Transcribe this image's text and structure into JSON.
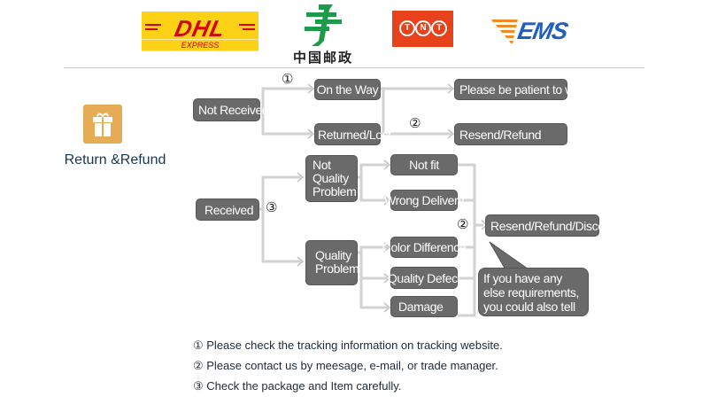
{
  "logos": {
    "dhl": {
      "name": "DHL",
      "subtitle": "EXPRESS"
    },
    "china_post": {
      "name": "中国邮政"
    },
    "tnt": {
      "letters": [
        "T",
        "N",
        "T"
      ]
    },
    "ems": {
      "name": "EMS"
    }
  },
  "section": {
    "title": "Return &Refund",
    "icon": "gift-icon",
    "icon_color": "#e6ac55"
  },
  "flow": {
    "not_received": {
      "label": "Not Received",
      "step_marker": "①",
      "branches": [
        {
          "label": "On the Way",
          "result": "Please be patient to wait"
        },
        {
          "label": "Returned/Lost",
          "result": "Resend/Refund",
          "step_marker": "②"
        }
      ]
    },
    "received": {
      "label": "Received",
      "step_marker": "③",
      "branches": [
        {
          "label": "Not Quality Problem",
          "cases": [
            "Not fit",
            "Wrong Delivery"
          ]
        },
        {
          "label": "Quality Problem",
          "cases": [
            "Color Difference",
            "Quality Defect",
            "Damage"
          ]
        }
      ],
      "result_marker": "②",
      "result": "Resend/Refund/Discount",
      "callout": "If you have any else requirements, you could also tell us!"
    }
  },
  "notes": [
    "① Please check the tracking information on tracking website.",
    "② Please contact us by meesage, e-mail, or trade manager.",
    "③ Check the package and Item carefully."
  ],
  "colors": {
    "box": "#6a6a6a",
    "connector": "#cfcfcf",
    "title_text": "#1a3552"
  }
}
